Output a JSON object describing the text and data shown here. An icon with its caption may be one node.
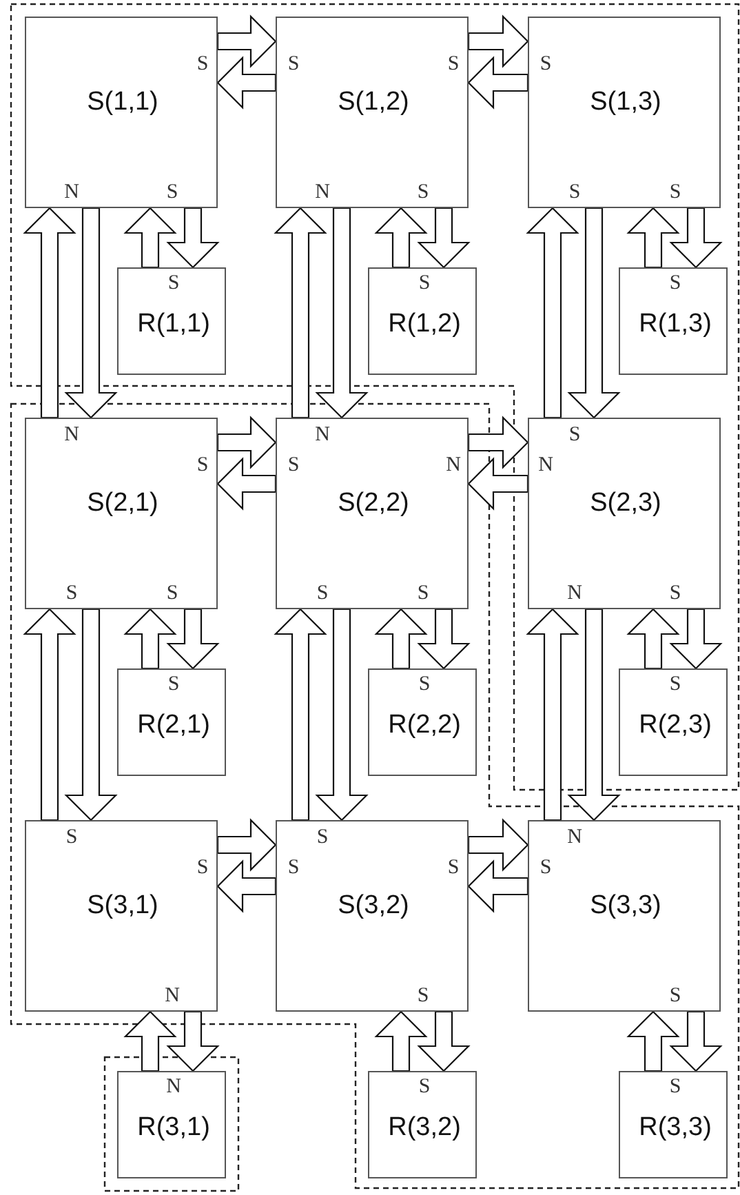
{
  "diagram": {
    "nodes": [
      {
        "text": [
          "S",
          "S(1,1)",
          "N",
          "S"
        ]
      },
      {
        "text": [
          "S",
          "S",
          "S(1,2)",
          "N",
          "S"
        ]
      },
      {
        "text": [
          "S",
          "S(1,3)",
          "S",
          "S"
        ]
      },
      {
        "text": [
          "S",
          "R(1,1)"
        ]
      },
      {
        "text": [
          "S",
          "R(1,2)"
        ]
      },
      {
        "text": [
          "S",
          "R(1,3)"
        ]
      },
      {
        "text": [
          "N",
          "S",
          "S(2,1)",
          "S",
          "S"
        ]
      },
      {
        "text": [
          "N",
          "S",
          "N",
          "S(2,2)",
          "S",
          "S"
        ]
      },
      {
        "text": [
          "S",
          "N",
          "S(2,3)",
          "N",
          "S"
        ]
      },
      {
        "text": [
          "S",
          "R(2,1)"
        ]
      },
      {
        "text": [
          "S",
          "R(2,2)"
        ]
      },
      {
        "text": [
          "S",
          "R(2,3)"
        ]
      },
      {
        "text": [
          "S",
          "S",
          "S(3,1)",
          "N"
        ]
      },
      {
        "text": [
          "S",
          "S",
          "S",
          "S(3,2)",
          "S"
        ]
      },
      {
        "text": [
          "N",
          "S",
          "S(3,3)",
          "S"
        ]
      },
      {
        "text": [
          "N",
          "R(3,1)"
        ]
      },
      {
        "text": [
          "S",
          "R(3,2)"
        ]
      },
      {
        "text": [
          "S",
          "R(3,3)"
        ]
      }
    ],
    "edges": [
      {
        "from": 0,
        "to": 1,
        "arrow": "to"
      },
      {
        "from": 1,
        "to": 0,
        "arrow": "to"
      },
      {
        "from": 1,
        "to": 2,
        "arrow": "to"
      },
      {
        "from": 2,
        "to": 1,
        "arrow": "to"
      },
      {
        "from": 0,
        "to": 3,
        "arrow": "to"
      },
      {
        "from": 3,
        "to": 0,
        "arrow": "to"
      },
      {
        "from": 1,
        "to": 4,
        "arrow": "to"
      },
      {
        "from": 4,
        "to": 1,
        "arrow": "to"
      },
      {
        "from": 2,
        "to": 5,
        "arrow": "to"
      },
      {
        "from": 5,
        "to": 2,
        "arrow": "to"
      },
      {
        "from": 0,
        "to": 6,
        "arrow": "to"
      },
      {
        "from": 6,
        "to": 0,
        "arrow": "to"
      },
      {
        "from": 1,
        "to": 7,
        "arrow": "to"
      },
      {
        "from": 7,
        "to": 1,
        "arrow": "to"
      },
      {
        "from": 2,
        "to": 8,
        "arrow": "to"
      },
      {
        "from": 8,
        "to": 2,
        "arrow": "to"
      },
      {
        "from": 6,
        "to": 7,
        "arrow": "to"
      },
      {
        "from": 7,
        "to": 6,
        "arrow": "to"
      },
      {
        "from": 7,
        "to": 8,
        "arrow": "to"
      },
      {
        "from": 8,
        "to": 7,
        "arrow": "to"
      },
      {
        "from": 6,
        "to": 9,
        "arrow": "to"
      },
      {
        "from": 9,
        "to": 6,
        "arrow": "to"
      },
      {
        "from": 7,
        "to": 10,
        "arrow": "to"
      },
      {
        "from": 10,
        "to": 7,
        "arrow": "to"
      },
      {
        "from": 8,
        "to": 11,
        "arrow": "to"
      },
      {
        "from": 11,
        "to": 8,
        "arrow": "to"
      },
      {
        "from": 6,
        "to": 12,
        "arrow": "to"
      },
      {
        "from": 12,
        "to": 6,
        "arrow": "to"
      },
      {
        "from": 7,
        "to": 13,
        "arrow": "to"
      },
      {
        "from": 13,
        "to": 7,
        "arrow": "to"
      },
      {
        "from": 8,
        "to": 14,
        "arrow": "to"
      },
      {
        "from": 14,
        "to": 8,
        "arrow": "to"
      },
      {
        "from": 12,
        "to": 13,
        "arrow": "to"
      },
      {
        "from": 13,
        "to": 12,
        "arrow": "to"
      },
      {
        "from": 13,
        "to": 14,
        "arrow": "to"
      },
      {
        "from": 14,
        "to": 13,
        "arrow": "to"
      },
      {
        "from": 12,
        "to": 15,
        "arrow": "to"
      },
      {
        "from": 15,
        "to": 12,
        "arrow": "to"
      },
      {
        "from": 13,
        "to": 16,
        "arrow": "to"
      },
      {
        "from": 16,
        "to": 13,
        "arrow": "to"
      },
      {
        "from": 14,
        "to": 17,
        "arrow": "to"
      },
      {
        "from": 17,
        "to": 14,
        "arrow": "to"
      }
    ]
  }
}
